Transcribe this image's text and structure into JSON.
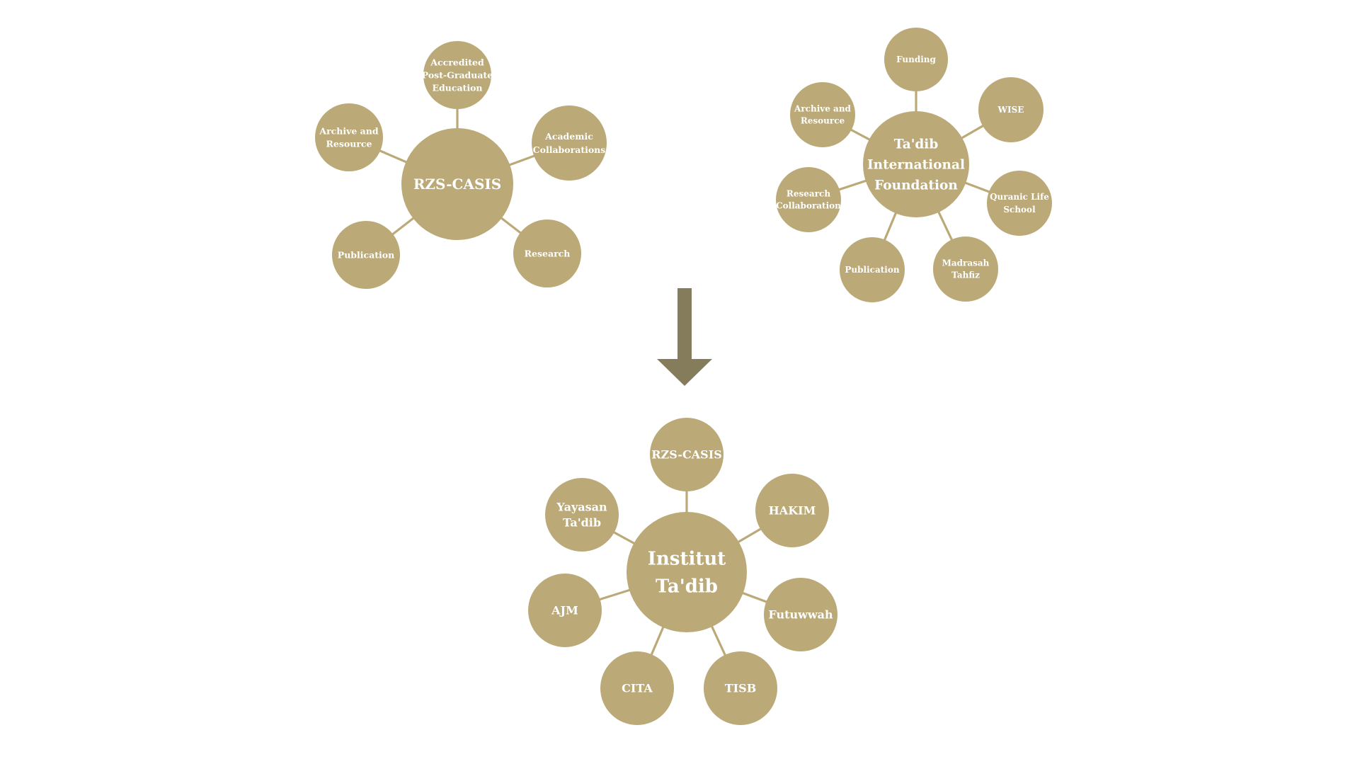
{
  "colors": {
    "node_fill": "#bba977",
    "edge": "#bba977",
    "arrow": "#857c5c",
    "text": "#ffffff"
  },
  "clusters": [
    {
      "id": "rzs",
      "center": {
        "label": "RZS-CASIS"
      },
      "satellites": [
        {
          "label": "Accredited Post-Graduate Education"
        },
        {
          "label": "Academic Collaborations"
        },
        {
          "label": "Research"
        },
        {
          "label": "Publication"
        },
        {
          "label": "Archive and Resource"
        }
      ]
    },
    {
      "id": "tif",
      "center": {
        "label": "Ta'dib International Foundation"
      },
      "satellites": [
        {
          "label": "Funding"
        },
        {
          "label": "WISE"
        },
        {
          "label": "Quranic Life School"
        },
        {
          "label": "Madrasah Tahfiz"
        },
        {
          "label": "Publication"
        },
        {
          "label": "Research Collaboration"
        },
        {
          "label": "Archive and Resource"
        }
      ]
    },
    {
      "id": "it",
      "center": {
        "label": "Institut Ta'dib"
      },
      "satellites": [
        {
          "label": "RZS-CASIS"
        },
        {
          "label": "HAKIM"
        },
        {
          "label": "Futuwwah"
        },
        {
          "label": "TISB"
        },
        {
          "label": "CITA"
        },
        {
          "label": "AJM"
        },
        {
          "label": "Yayasan Ta'dib"
        }
      ]
    }
  ]
}
